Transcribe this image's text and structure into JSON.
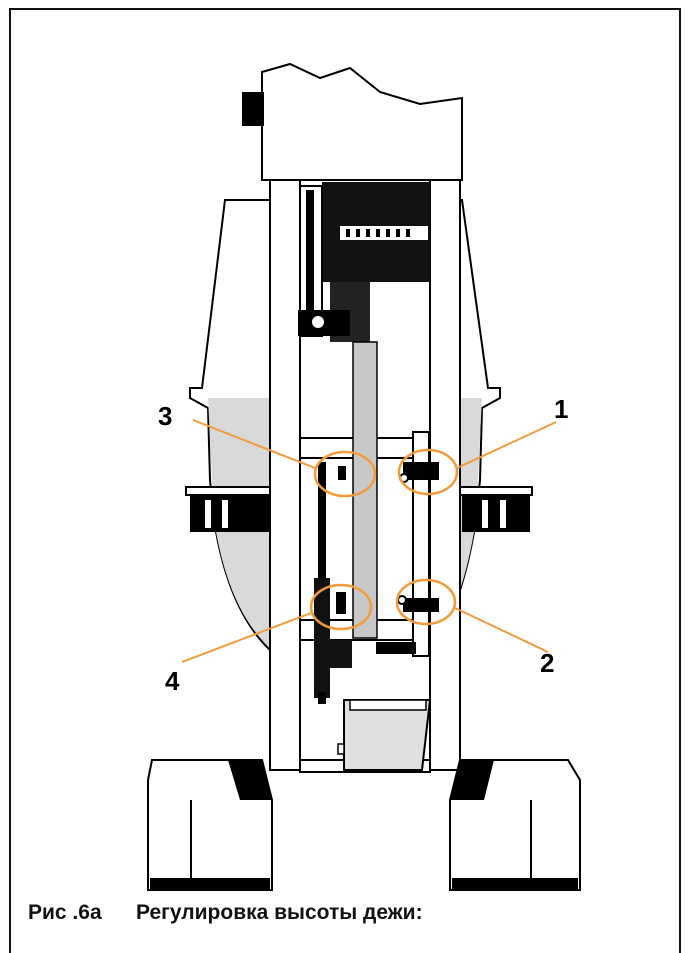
{
  "figure": {
    "number": "Рис .6a",
    "title": "Регулировка высоты дежи:"
  },
  "callouts": [
    {
      "id": "1",
      "label": "1"
    },
    {
      "id": "2",
      "label": "2"
    },
    {
      "id": "3",
      "label": "3"
    },
    {
      "id": "4",
      "label": "4"
    }
  ],
  "colors": {
    "callout": "#f39a3b",
    "ink": "#000000",
    "bowl": "#d9d9d9",
    "column_shade": "#c8c8c8",
    "body": "#ffffff"
  }
}
